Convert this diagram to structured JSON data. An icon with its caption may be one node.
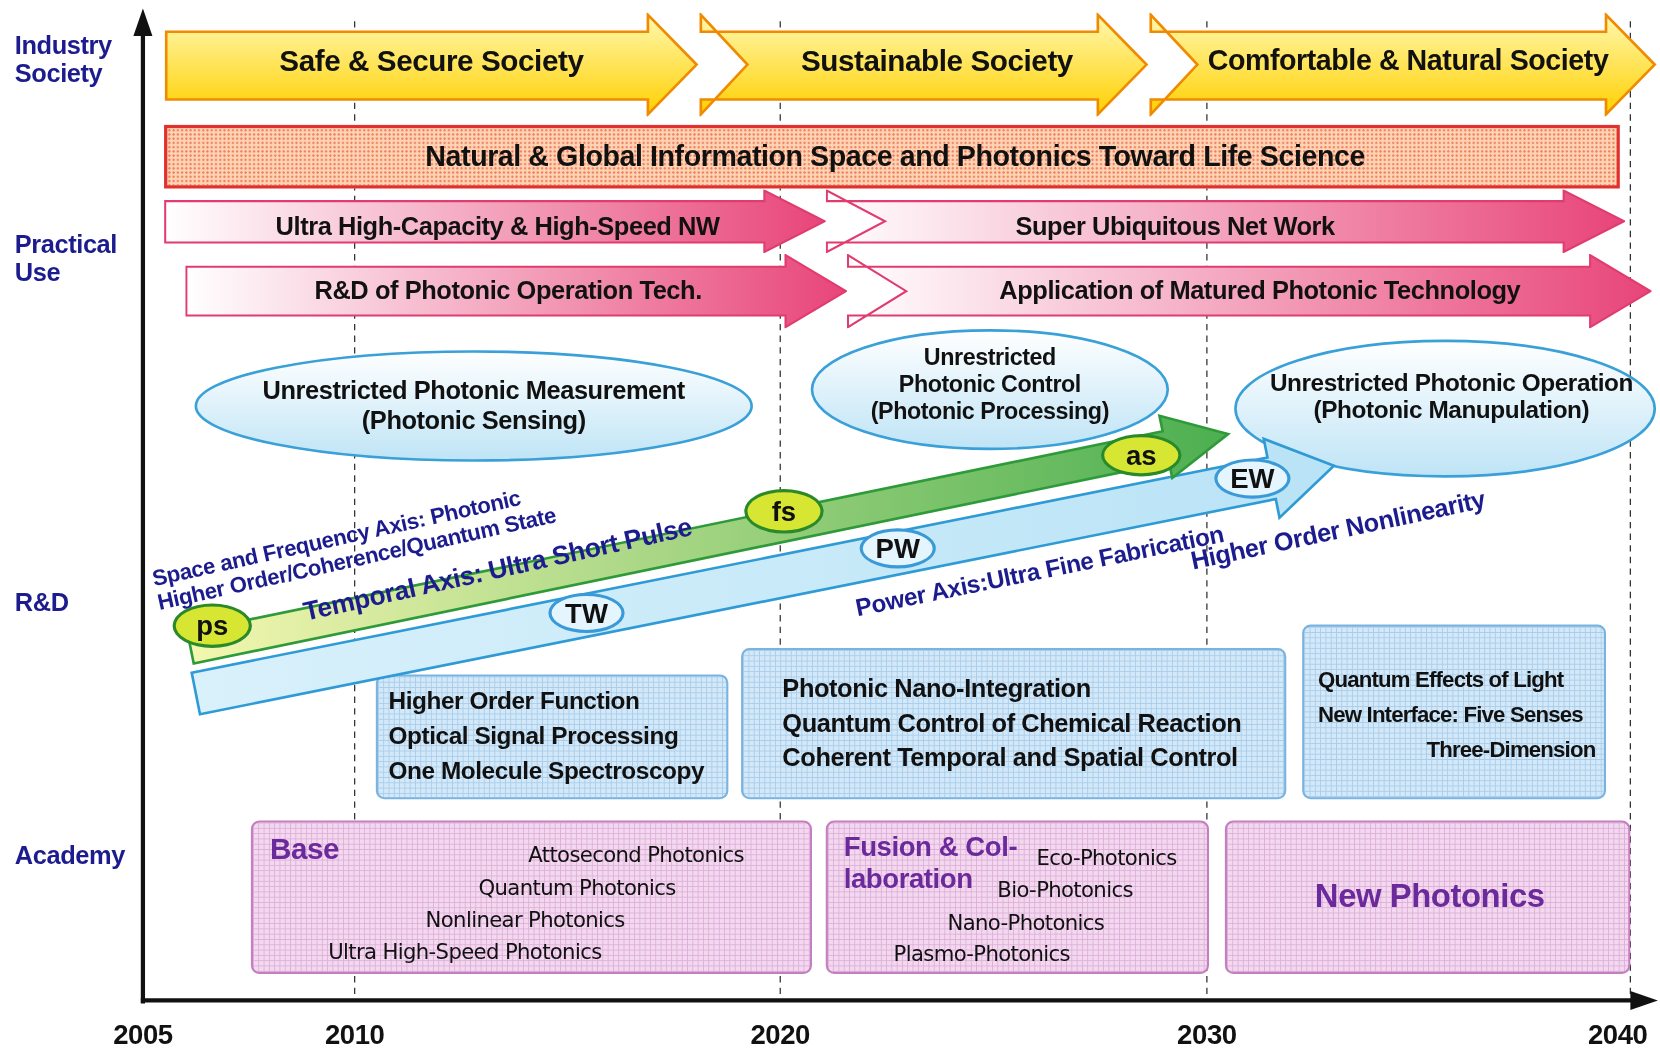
{
  "diagram": {
    "nodes": [
      {
        "text": [
          "Safe & Secure Society"
        ]
      },
      {
        "text": [
          "Sustainable Society"
        ]
      },
      {
        "text": [
          "Comfortable & Natural Society"
        ]
      },
      {
        "text": [
          "Natural & Global Information Space and Photonics Toward Life Science"
        ]
      },
      {
        "text": [
          "Ultra High-Capacity & High-Speed NW"
        ]
      },
      {
        "text": [
          "Super Ubiquitous Net Work"
        ]
      },
      {
        "text": [
          "R&D of Photonic Operation Tech."
        ]
      },
      {
        "text": [
          "Application of Matured Photonic Technology"
        ]
      },
      {
        "text": [
          "Unrestricted Photonic Measurement (Photonic Sensing)"
        ]
      },
      {
        "text": [
          "Unrestricted Photonic Control (Photonic Processing)"
        ]
      },
      {
        "text": [
          "Unrestricted Photonic Operation (Photonic Manupulation)"
        ]
      },
      {
        "text": [
          "Temporal Axis: Ultra Short Pulse"
        ]
      },
      {
        "text": [
          "ps"
        ],
        "in": 11
      },
      {
        "text": [
          "fs"
        ],
        "in": 11
      },
      {
        "text": [
          "as"
        ],
        "in": 11
      },
      {
        "text": [
          "Power Axis:Ultra Fine Fabrication"
        ]
      },
      {
        "text": [
          "TW"
        ],
        "in": 15
      },
      {
        "text": [
          "PW"
        ],
        "in": 15
      },
      {
        "text": [
          "EW"
        ],
        "in": 15
      },
      {
        "text": [
          "Higher Order Function",
          "Optical Signal Processing",
          "One Molecule Spectroscopy"
        ]
      },
      {
        "text": [
          "Photonic Nano-Integration",
          "Quantum Control of Chemical Reaction",
          "Coherent Temporal and Spatial Control"
        ]
      },
      {
        "text": [
          "Quantum Effects of Light",
          "New Interface: Five Senses",
          "Three-Dimension"
        ]
      },
      {
        "text": [
          "Base",
          "Attosecond Photonics",
          "Quantum Photonics",
          "Nonlinear Photonics",
          "Ultra High-Speed Photonics"
        ]
      },
      {
        "text": [
          "Fusion & Col- laboration",
          "Eco-Photonics",
          "Bio-Photonics",
          "Nano-Photonics",
          "Plasmo-Photonics"
        ]
      },
      {
        "text": [
          "New Photonics"
        ]
      }
    ],
    "labels": [
      "Industry Society",
      "Practical Use",
      "Space and Frequency Axis: Photonic Higher Order/Coherence/Quantum State",
      "Higher Order Nonlinearity",
      "R&D",
      "Academy",
      "2005",
      "2010",
      "2020",
      "2030",
      "2040"
    ]
  }
}
